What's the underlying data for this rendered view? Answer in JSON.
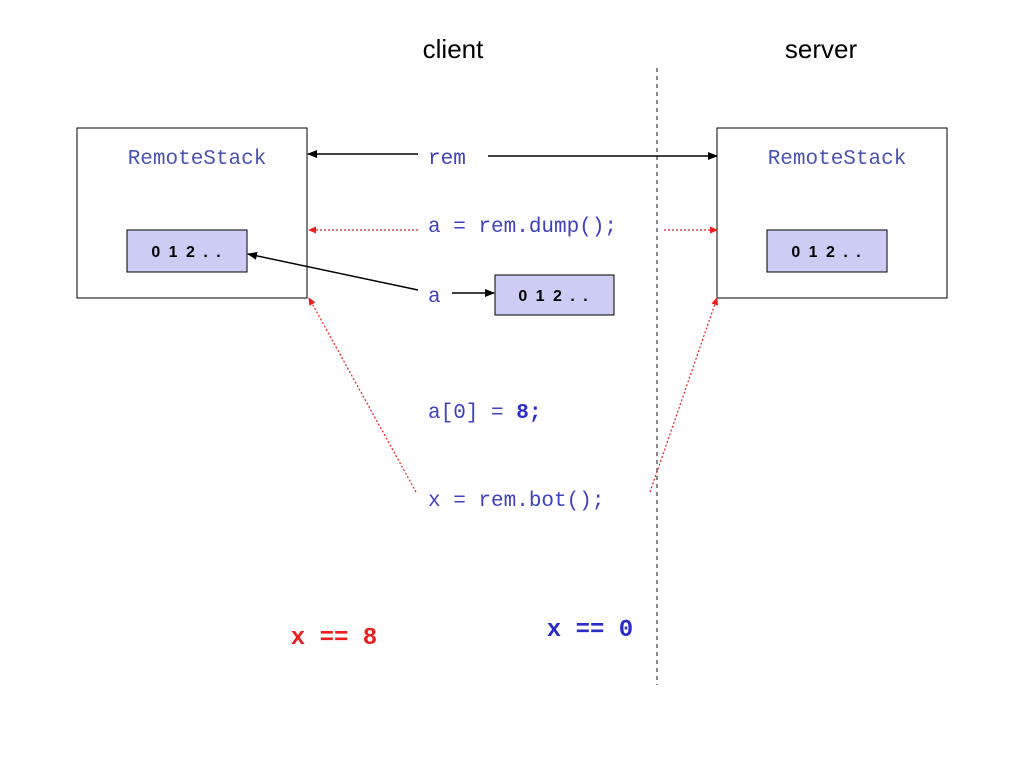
{
  "headings": {
    "client": "client",
    "server": "server"
  },
  "client_stack": {
    "title": "RemoteStack",
    "array": "0 1 2 . ."
  },
  "server_stack": {
    "title": "RemoteStack",
    "array": "0 1 2 . ."
  },
  "client_array": {
    "label": "a",
    "array": "0 1 2 . ."
  },
  "statements": {
    "rem": "rem",
    "dump": "a = rem.dump();",
    "assign_prefix": "a[0] = ",
    "assign_value": "8;",
    "bot": "x = rem.bot();"
  },
  "results": {
    "client": "x == 8",
    "server": "x == 0"
  },
  "colors": {
    "array_fill": "#ccccf5",
    "remote_arrow": "#e82020",
    "client_result": "#e82020",
    "server_result": "#2b2bc8",
    "divider": "#888888"
  }
}
